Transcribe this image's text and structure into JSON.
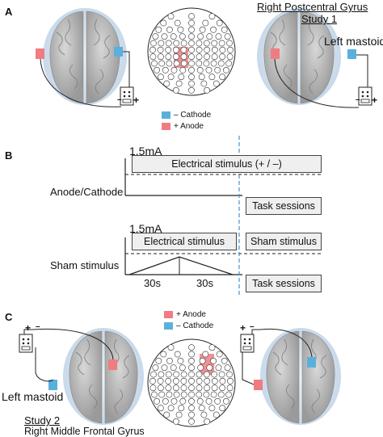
{
  "panels": {
    "a": "A",
    "b": "B",
    "c": "C"
  },
  "study1": {
    "title": "Right Postcentral Gyrus",
    "subtitle": "Study 1",
    "reference": "Left mastoid"
  },
  "study2": {
    "subtitle": "Study 2",
    "title": "Right Middle Frontal Gyrus",
    "reference": "Left mastoid"
  },
  "legend_a": {
    "cathode": "– Cathode",
    "anode": "+ Anode"
  },
  "legend_c": {
    "anode": "+ Anode",
    "cathode": "– Cathode"
  },
  "timeline": {
    "intensity_1": "1.5mA",
    "intensity_2": "1.5mA",
    "row1_label": "Anode/Cathode",
    "row2_label": "Sham stimulus",
    "stim_box_1": "Electrical stimulus (+ / –)",
    "stim_box_2": "Electrical stimulus",
    "sham_box": "Sham stimulus",
    "task_1": "Task sessions",
    "task_2": "Task sessions",
    "ramp_1": "30s",
    "ramp_2": "30s"
  },
  "battery": {
    "plus": "+",
    "minus": "–"
  },
  "colors": {
    "anode": "#f07c82",
    "cathode": "#5ab0dd",
    "dashed_marker": "#4a90c8",
    "brain": "#bdbdbd",
    "scalp": "#d9e6f3"
  }
}
